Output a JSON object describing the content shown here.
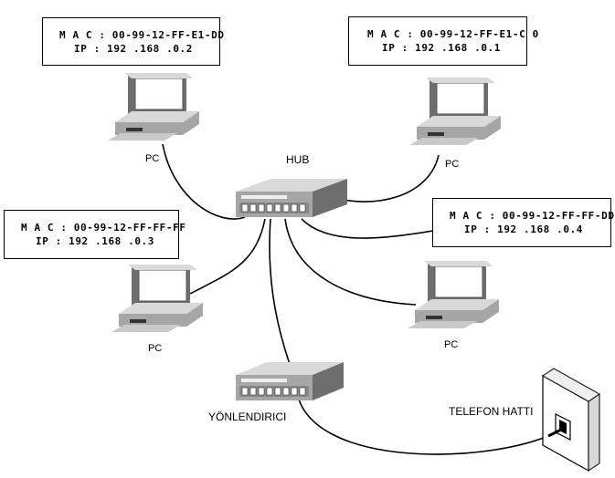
{
  "hosts": [
    {
      "mac": "M A C : 00-99-12-FF-E1-DD",
      "ip": "IP : 192 .168 .0.2"
    },
    {
      "mac": "M A C : 00-99-12-FF-E1-C 0",
      "ip": "IP : 192 .168 .0.1"
    },
    {
      "mac": "M A C : 00-99-12-FF-FF-FF",
      "ip": "IP : 192 .168 .0.3"
    },
    {
      "mac": "M A C : 00-99-12-FF-FF-DD",
      "ip": "IP : 192 .168 .0.4"
    }
  ],
  "labels": {
    "pc": "PC",
    "hub": "HUB",
    "router": "YÖNLENDIRICI",
    "phone_line": "TELEFON HATTI"
  },
  "colors": {
    "device_light": "#d9d9d9",
    "device_mid": "#a6a6a6",
    "device_dark": "#6e6e6e",
    "screen": "#ffffff",
    "cable": "#000000"
  }
}
